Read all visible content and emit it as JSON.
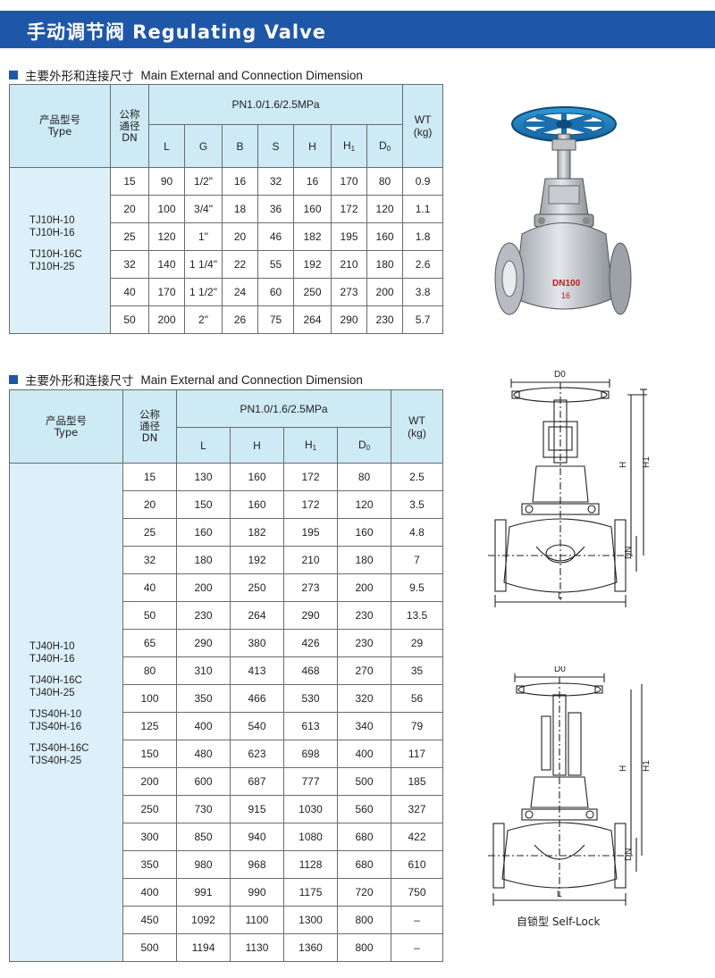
{
  "banner": {
    "title": "手动调节阀 Regulating Valve",
    "color": "#1e57a8"
  },
  "section1": {
    "heading_cn": "主要外形和连接尺寸",
    "heading_en": "Main External and Connection Dimension",
    "header": {
      "type_cn": "产品型号",
      "type_en": "Type",
      "dn_cn1": "公称",
      "dn_cn2": "通径",
      "dn_en": "DN",
      "pn": "PN1.0/1.6/2.5MPa",
      "wt": "WT",
      "wt_unit": "(kg)",
      "cols": [
        "L",
        "G",
        "B",
        "S",
        "H",
        "H",
        "D"
      ],
      "col_subs": [
        "",
        "",
        "",
        "",
        "",
        "1",
        "0"
      ]
    },
    "types": [
      "TJ10H-10",
      "TJ10H-16",
      "TJ10H-16C",
      "TJ10H-25"
    ],
    "rows": [
      [
        "15",
        "90",
        "1/2\"",
        "16",
        "32",
        "16",
        "170",
        "80",
        "0.9"
      ],
      [
        "20",
        "100",
        "3/4\"",
        "18",
        "36",
        "160",
        "172",
        "120",
        "1.1"
      ],
      [
        "25",
        "120",
        "1\"",
        "20",
        "46",
        "182",
        "195",
        "160",
        "1.8"
      ],
      [
        "32",
        "140",
        "1 1/4\"",
        "22",
        "55",
        "192",
        "210",
        "180",
        "2.6"
      ],
      [
        "40",
        "170",
        "1 1/2\"",
        "24",
        "60",
        "250",
        "273",
        "200",
        "3.8"
      ],
      [
        "50",
        "200",
        "2\"",
        "26",
        "75",
        "264",
        "290",
        "230",
        "5.7"
      ]
    ]
  },
  "section2": {
    "heading_cn": "主要外形和连接尺寸",
    "heading_en": "Main External and Connection Dimension",
    "header": {
      "type_cn": "产品型号",
      "type_en": "Type",
      "dn_cn1": "公称",
      "dn_cn2": "通径",
      "dn_en": "DN",
      "pn": "PN1.0/1.6/2.5MPa",
      "wt": "WT",
      "wt_unit": "(kg)",
      "cols": [
        "L",
        "H",
        "H",
        "D"
      ],
      "col_subs": [
        "",
        "",
        "1",
        "0"
      ]
    },
    "types": [
      "TJ40H-10",
      "TJ40H-16",
      "TJ40H-16C",
      "TJ40H-25",
      "TJS40H-10",
      "TJS40H-16",
      "TJS40H-16C",
      "TJS40H-25"
    ],
    "rows": [
      [
        "15",
        "130",
        "160",
        "172",
        "80",
        "2.5"
      ],
      [
        "20",
        "150",
        "160",
        "172",
        "120",
        "3.5"
      ],
      [
        "25",
        "160",
        "182",
        "195",
        "160",
        "4.8"
      ],
      [
        "32",
        "180",
        "192",
        "210",
        "180",
        "7"
      ],
      [
        "40",
        "200",
        "250",
        "273",
        "200",
        "9.5"
      ],
      [
        "50",
        "230",
        "264",
        "290",
        "230",
        "13.5"
      ],
      [
        "65",
        "290",
        "380",
        "426",
        "230",
        "29"
      ],
      [
        "80",
        "310",
        "413",
        "468",
        "270",
        "35"
      ],
      [
        "100",
        "350",
        "466",
        "530",
        "320",
        "56"
      ],
      [
        "125",
        "400",
        "540",
        "613",
        "340",
        "79"
      ],
      [
        "150",
        "480",
        "623",
        "698",
        "400",
        "117"
      ],
      [
        "200",
        "600",
        "687",
        "777",
        "500",
        "185"
      ],
      [
        "250",
        "730",
        "915",
        "1030",
        "560",
        "327"
      ],
      [
        "300",
        "850",
        "940",
        "1080",
        "680",
        "422"
      ],
      [
        "350",
        "980",
        "968",
        "1128",
        "680",
        "610"
      ],
      [
        "400",
        "991",
        "990",
        "1175",
        "720",
        "750"
      ],
      [
        "450",
        "1092",
        "1100",
        "1300",
        "800",
        "–"
      ],
      [
        "500",
        "1194",
        "1130",
        "1360",
        "800",
        "–"
      ]
    ]
  },
  "photo": {
    "flange_text": "DN100",
    "flange_sub": "16"
  },
  "drawing1": {
    "d0": "D0",
    "h": "H",
    "h1": "H1",
    "dn": "DN",
    "l": "L"
  },
  "drawing2": {
    "d0": "D0",
    "h": "H",
    "h1": "H1",
    "dn": "DN",
    "l": "L"
  },
  "self_lock_caption": "自锁型 Self-Lock"
}
